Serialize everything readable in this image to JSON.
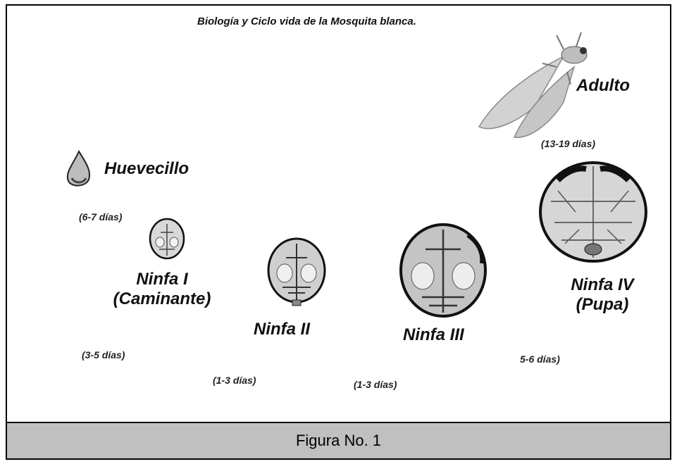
{
  "diagram": {
    "title": "Biología y Ciclo vida de la Mosquita blanca.",
    "stages": {
      "egg": "Huevecillo",
      "nymph1_line1": "Ninfa I",
      "nymph1_line2": "(Caminante)",
      "nymph2": "Ninfa II",
      "nymph3": "Ninfa III",
      "nymph4_line1": "Ninfa IV",
      "nymph4_line2": "(Pupa)",
      "adult": "Adulto"
    },
    "durations": {
      "egg": "(6-7 días)",
      "nymph1": "(3-5 días)",
      "nymph2": "(1-3 días)",
      "nymph3": "(1-3 días)",
      "nymph4": "5-6 días)",
      "adult": "(13-19 días)"
    }
  },
  "caption": "Figura No. 1",
  "colors": {
    "caption_bg": "#c0c0c0",
    "border": "#000000"
  }
}
